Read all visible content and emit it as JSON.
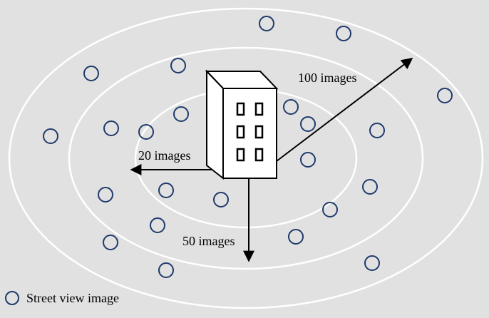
{
  "colors": {
    "background": "#e1e1e1",
    "ring": "#ffffff",
    "point_stroke": "#1f3a6b",
    "arrow": "#000000",
    "building_fill": "#ffffff",
    "building_stroke": "#000000"
  },
  "rings": [
    {
      "images": 20
    },
    {
      "images": 50
    },
    {
      "images": 100
    }
  ],
  "arrows": [
    {
      "label": "20 images",
      "direction": "left"
    },
    {
      "label": "50 images",
      "direction": "down"
    },
    {
      "label": "100 images",
      "direction": "up-right"
    }
  ],
  "building": {
    "icon": "building-icon"
  },
  "legend": {
    "icon": "circle-marker-icon",
    "label": "Street view image"
  }
}
